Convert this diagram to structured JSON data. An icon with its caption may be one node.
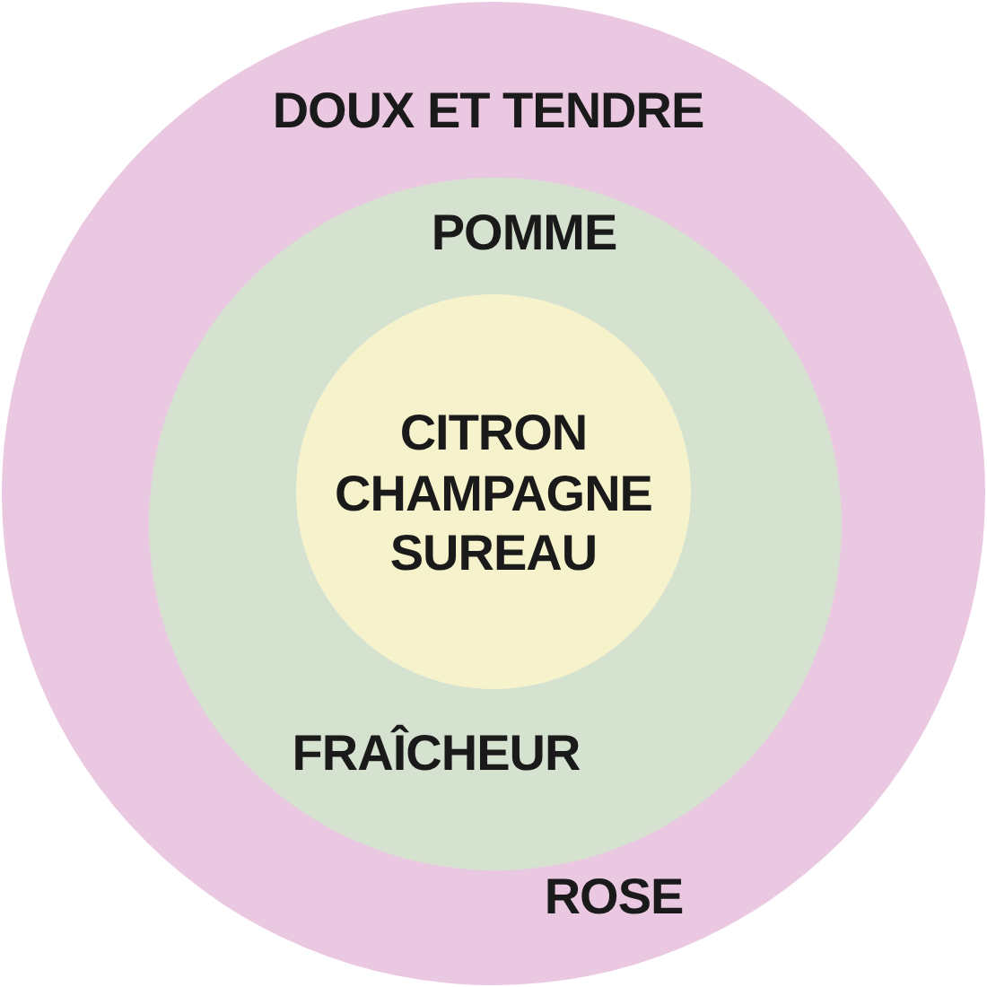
{
  "diagram": {
    "nodes": [
      {
        "text": [
          "DOUX ET TENDRE",
          "ROSE"
        ]
      },
      {
        "text": [
          "POMME",
          "FRAÎCHEUR"
        ],
        "in": 0
      },
      {
        "text": [
          "CITRON CHAMPAGNE SUREAU"
        ],
        "in": 1
      }
    ]
  }
}
